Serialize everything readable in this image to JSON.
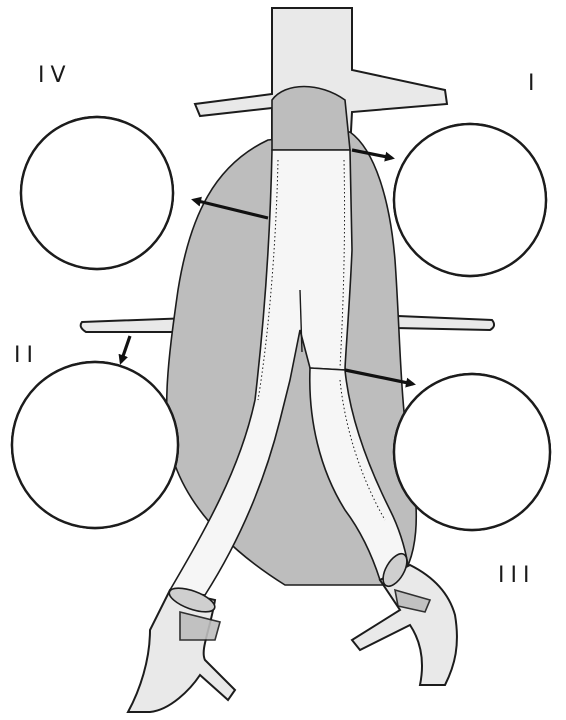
{
  "diagram": {
    "labels": {
      "type_i": "I",
      "type_ii": "II",
      "type_iii": "III",
      "type_iv": "IV"
    },
    "colors": {
      "vessel_fill": "#e9e9e9",
      "sac_fill": "#bdbdbd",
      "graft_fill": "#f6f6f6",
      "outline": "#1c1c1c"
    }
  }
}
